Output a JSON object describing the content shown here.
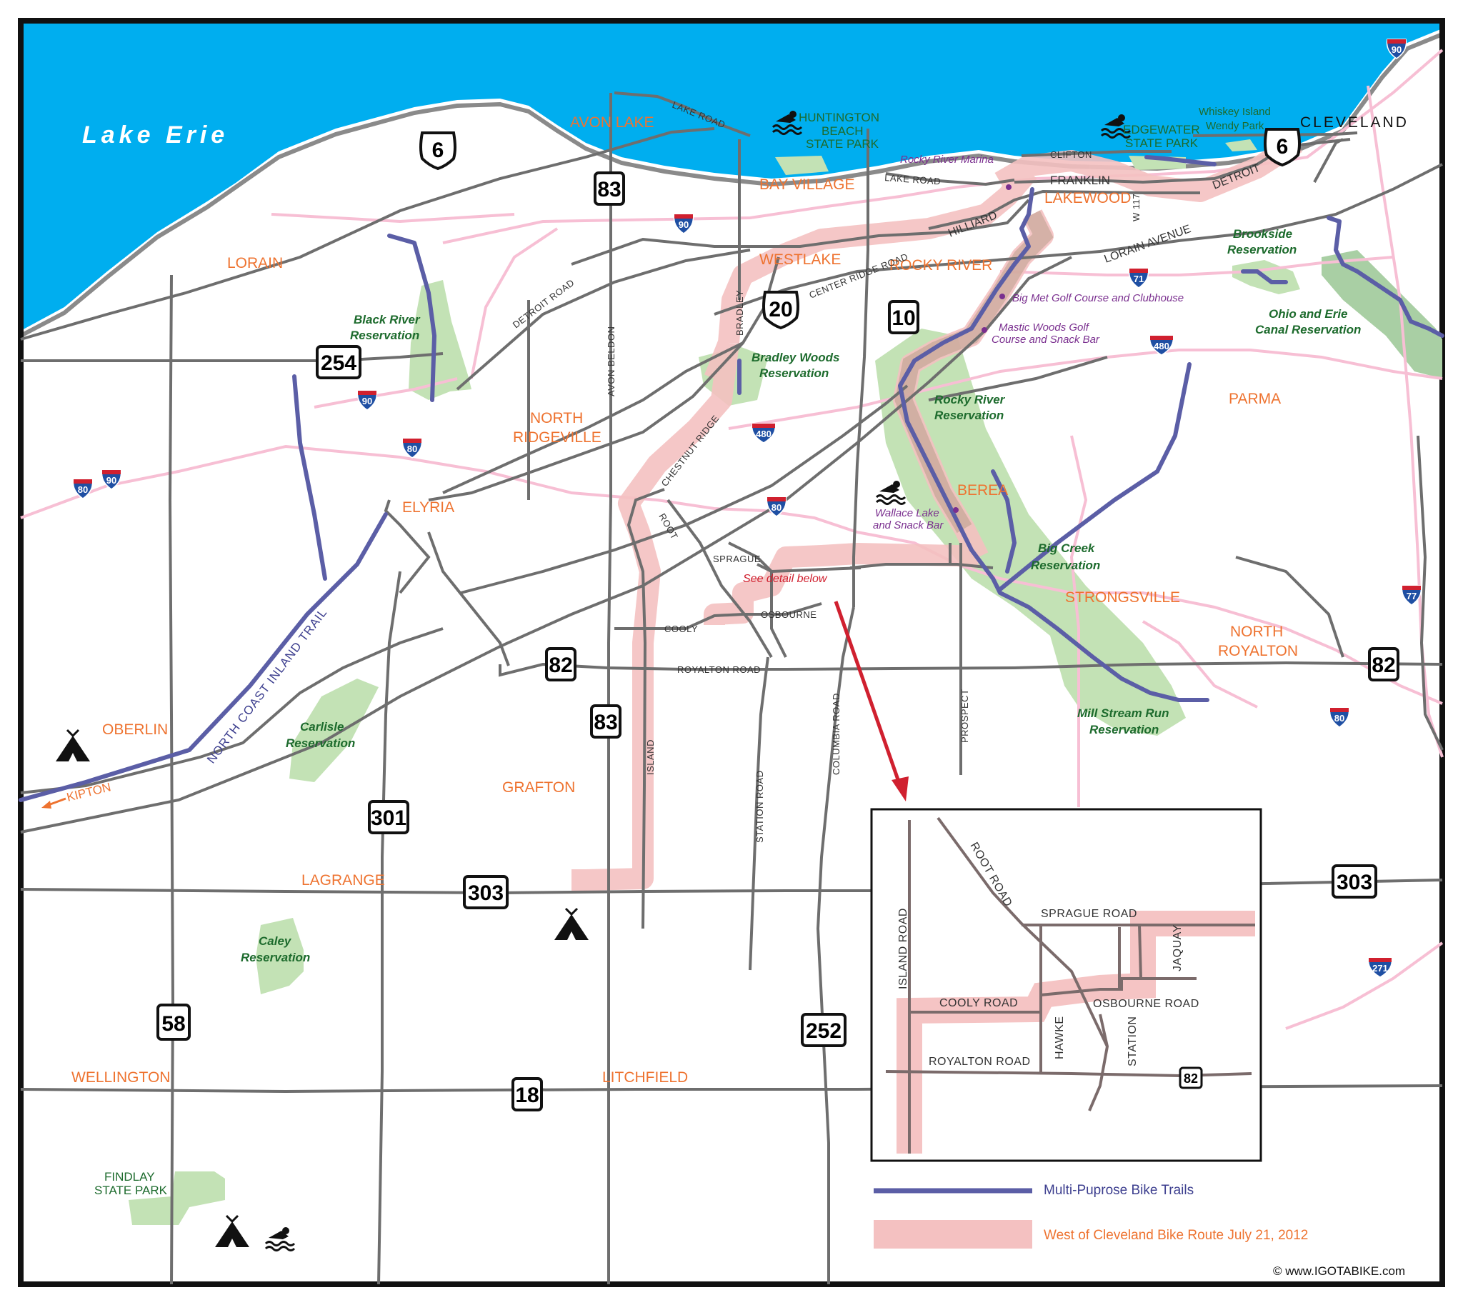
{
  "colors": {
    "water": "#00aeef",
    "land": "#ffffff",
    "park": "#c3e2b5",
    "road": "#6e6e6e",
    "highway_pink": "#f7bfd4",
    "bike_route": "#f4c1c1",
    "trail": "#5b5ea6",
    "city": "#ee7330",
    "park_label": "#1d6b2d",
    "poi_label": "#7a2f8f",
    "detail_note": "#d0202f",
    "arrow": "#d0202f",
    "interstate_blue": "#1f4fa3",
    "interstate_red": "#d0202f",
    "frame": "#111111"
  },
  "lake": {
    "name": "Lake Erie"
  },
  "cities": [
    {
      "id": "avon-lake",
      "name": "AVON LAKE"
    },
    {
      "id": "bay-village",
      "name": "BAY VILLAGE"
    },
    {
      "id": "lorain",
      "name": "LORAIN"
    },
    {
      "id": "westlake",
      "name": "WESTLAKE"
    },
    {
      "id": "rocky-river",
      "name": "ROCKY RIVER"
    },
    {
      "id": "lakewood",
      "name": "LAKEWOOD"
    },
    {
      "id": "cleveland",
      "name": "CLEVELAND"
    },
    {
      "id": "north-ridgeville-1",
      "name": "NORTH"
    },
    {
      "id": "north-ridgeville-2",
      "name": "RIDGEVILLE"
    },
    {
      "id": "elyria",
      "name": "ELYRIA"
    },
    {
      "id": "berea",
      "name": "BEREA"
    },
    {
      "id": "parma",
      "name": "PARMA"
    },
    {
      "id": "strongsville",
      "name": "STRONGSVILLE"
    },
    {
      "id": "north-royalton-1",
      "name": "NORTH"
    },
    {
      "id": "north-royalton-2",
      "name": "ROYALTON"
    },
    {
      "id": "oberlin",
      "name": "OBERLIN"
    },
    {
      "id": "grafton",
      "name": "GRAFTON"
    },
    {
      "id": "lagrange",
      "name": "LAGRANGE"
    },
    {
      "id": "wellington",
      "name": "WELLINGTON"
    },
    {
      "id": "litchfield",
      "name": "LITCHFIELD"
    }
  ],
  "parks": [
    {
      "id": "huntington-1",
      "name": "HUNTINGTON"
    },
    {
      "id": "huntington-2",
      "name": "BEACH"
    },
    {
      "id": "huntington-3",
      "name": "STATE PARK"
    },
    {
      "id": "edgewater-1",
      "name": "EDGEWATER"
    },
    {
      "id": "edgewater-2",
      "name": "STATE PARK"
    },
    {
      "id": "whiskey-1",
      "name": "Whiskey Island"
    },
    {
      "id": "whiskey-2",
      "name": "Wendy Park"
    },
    {
      "id": "black-river-1",
      "name": "Black River"
    },
    {
      "id": "black-river-2",
      "name": "Reservation"
    },
    {
      "id": "bradley-1",
      "name": "Bradley Woods"
    },
    {
      "id": "bradley-2",
      "name": "Reservation"
    },
    {
      "id": "brookside-1",
      "name": "Brookside"
    },
    {
      "id": "brookside-2",
      "name": "Reservation"
    },
    {
      "id": "ohio-erie-1",
      "name": "Ohio and Erie"
    },
    {
      "id": "ohio-erie-2",
      "name": "Canal Reservation"
    },
    {
      "id": "rocky-res-1",
      "name": "Rocky River"
    },
    {
      "id": "rocky-res-2",
      "name": "Reservation"
    },
    {
      "id": "big-creek-1",
      "name": "Big Creek"
    },
    {
      "id": "big-creek-2",
      "name": "Reservation"
    },
    {
      "id": "mill-1",
      "name": "Mill Stream Run"
    },
    {
      "id": "mill-2",
      "name": "Reservation"
    },
    {
      "id": "carlisle-1",
      "name": "Carlisle"
    },
    {
      "id": "carlisle-2",
      "name": "Reservation"
    },
    {
      "id": "caley-1",
      "name": "Caley"
    },
    {
      "id": "caley-2",
      "name": "Reservation"
    },
    {
      "id": "findlay-1",
      "name": "FINDLAY"
    },
    {
      "id": "findlay-2",
      "name": "STATE PARK"
    }
  ],
  "pois": [
    {
      "id": "marina",
      "name": "Rocky River Marina"
    },
    {
      "id": "bigmet",
      "name": "Big Met Golf Course and Clubhouse"
    },
    {
      "id": "mastic-1",
      "name": "Mastic Woods Golf"
    },
    {
      "id": "mastic-2",
      "name": "Course and Snack Bar"
    },
    {
      "id": "wallace-1",
      "name": "Wallace Lake"
    },
    {
      "id": "wallace-2",
      "name": "and Snack Bar"
    }
  ],
  "roads": [
    {
      "id": "lake-road-1",
      "name": "LAKE ROAD"
    },
    {
      "id": "lake-road-2",
      "name": "LAKE ROAD"
    },
    {
      "id": "clifton",
      "name": "CLIFTON"
    },
    {
      "id": "franklin",
      "name": "FRANKLIN"
    },
    {
      "id": "detroit",
      "name": "DETROIT"
    },
    {
      "id": "w117",
      "name": "W 117"
    },
    {
      "id": "hilliard",
      "name": "HILLIARD"
    },
    {
      "id": "lorain-ave",
      "name": "LORAIN AVENUE"
    },
    {
      "id": "detroit-road",
      "name": "DETROIT ROAD"
    },
    {
      "id": "center-ridge",
      "name": "CENTER RIDGE ROAD"
    },
    {
      "id": "bradley",
      "name": "BRADLEY"
    },
    {
      "id": "avon-beldon",
      "name": "AVON BELDON"
    },
    {
      "id": "chestnut-ridge",
      "name": "CHESTNUT RIDGE"
    },
    {
      "id": "root",
      "name": "ROOT"
    },
    {
      "id": "sprague",
      "name": "SPRAGUE"
    },
    {
      "id": "cooly",
      "name": "COOLY"
    },
    {
      "id": "osbourne",
      "name": "OSBOURNE"
    },
    {
      "id": "royalton-road",
      "name": "ROYALTON ROAD"
    },
    {
      "id": "island",
      "name": "ISLAND"
    },
    {
      "id": "station-road",
      "name": "STATION ROAD"
    },
    {
      "id": "columbia-road",
      "name": "COLUMBIA ROAD"
    },
    {
      "id": "prospect",
      "name": "PROSPECT"
    }
  ],
  "trail_label": "NORTH COAST INLAND TRAIL",
  "kipton": "KIPTON",
  "detail_note": "See detail below",
  "shields": [
    {
      "id": "us6-west",
      "type": "us",
      "num": "6"
    },
    {
      "id": "us6-east",
      "type": "us",
      "num": "6"
    },
    {
      "id": "oh83-north",
      "type": "state",
      "num": "83"
    },
    {
      "id": "oh83-south",
      "type": "state",
      "num": "83"
    },
    {
      "id": "us20",
      "type": "us",
      "num": "20"
    },
    {
      "id": "oh10",
      "type": "state",
      "num": "10"
    },
    {
      "id": "oh254",
      "type": "state",
      "num": "254"
    },
    {
      "id": "oh82-west",
      "type": "state",
      "num": "82"
    },
    {
      "id": "oh82-east",
      "type": "state",
      "num": "82"
    },
    {
      "id": "oh301",
      "type": "state",
      "num": "301"
    },
    {
      "id": "oh303-west",
      "type": "state",
      "num": "303"
    },
    {
      "id": "oh303-east",
      "type": "state",
      "num": "303"
    },
    {
      "id": "oh58",
      "type": "state",
      "num": "58"
    },
    {
      "id": "oh18",
      "type": "state",
      "num": "18"
    },
    {
      "id": "oh252",
      "type": "state",
      "num": "252"
    },
    {
      "id": "oh82-inset",
      "type": "state",
      "num": "82"
    }
  ],
  "interstates": [
    {
      "id": "i90-ne",
      "num": "90"
    },
    {
      "id": "i90-north",
      "num": "90"
    },
    {
      "id": "i90-mid",
      "num": "90"
    },
    {
      "id": "i90-west",
      "num": "90"
    },
    {
      "id": "i80-west",
      "num": "80"
    },
    {
      "id": "i80-mid",
      "num": "80"
    },
    {
      "id": "i80-center",
      "num": "80"
    },
    {
      "id": "i80-east",
      "num": "80"
    },
    {
      "id": "i480-west",
      "num": "480"
    },
    {
      "id": "i480-east",
      "num": "480"
    },
    {
      "id": "i71",
      "num": "71"
    },
    {
      "id": "i77",
      "num": "77"
    },
    {
      "id": "i271",
      "num": "271"
    }
  ],
  "inset": {
    "roads": [
      {
        "id": "inset-root-road",
        "name": "ROOT ROAD"
      },
      {
        "id": "inset-sprague-road",
        "name": "SPRAGUE ROAD"
      },
      {
        "id": "inset-island-road",
        "name": "ISLAND ROAD"
      },
      {
        "id": "inset-jaquay",
        "name": "JAQUAY"
      },
      {
        "id": "inset-cooly-road",
        "name": "COOLY ROAD"
      },
      {
        "id": "inset-osbourne-road",
        "name": "OSBOURNE ROAD"
      },
      {
        "id": "inset-royalton-road",
        "name": "ROYALTON ROAD"
      },
      {
        "id": "inset-hawke",
        "name": "HAWKE"
      },
      {
        "id": "inset-station",
        "name": "STATION"
      }
    ]
  },
  "legend": {
    "trails": "Multi-Puprose Bike Trails",
    "route": "West of Cleveland Bike Route July 21, 2012"
  },
  "copyright": "© www.IGOTABIKE.com"
}
